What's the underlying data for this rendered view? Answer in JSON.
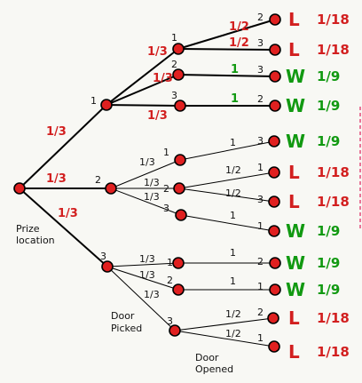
{
  "colors": {
    "red": "#d21f1f",
    "green": "#119911",
    "black": "#111111",
    "dashed": "#e24b7a"
  },
  "labels": {
    "prize_location": [
      "Prize",
      "location"
    ],
    "door_picked": [
      "Door",
      "Picked"
    ],
    "door_opened": [
      "Door",
      "Opened"
    ]
  },
  "level1": {
    "probs": [
      "1/3",
      "1/3",
      "1/3"
    ],
    "node_labels": [
      "1",
      "2",
      "3"
    ]
  },
  "branch1": {
    "pick_probs": [
      "1/3",
      "1/3",
      "1/3"
    ],
    "pick_labels": [
      "1",
      "2",
      "3"
    ],
    "open_probs": [
      "1/2",
      "1/2",
      "1",
      "1"
    ],
    "open_labels": [
      "2",
      "3",
      "3",
      "2"
    ]
  },
  "branch2": {
    "pick_probs": [
      "1/3",
      "1/3",
      "1/3"
    ],
    "pick_labels": [
      "1",
      "2",
      "3"
    ],
    "open_probs": [
      "1",
      "1/2",
      "1/2",
      "1"
    ],
    "open_labels": [
      "3",
      "1",
      "3",
      "1"
    ]
  },
  "branch3": {
    "pick_probs": [
      "1/3",
      "1/3",
      "1/3"
    ],
    "pick_labels": [
      "1",
      "2",
      "3"
    ],
    "open_probs": [
      "1",
      "1",
      "1/2",
      "1/2"
    ],
    "open_labels": [
      "2",
      "1",
      "2",
      "1"
    ]
  },
  "outcomes": [
    {
      "result": "L",
      "prob": "1/18"
    },
    {
      "result": "L",
      "prob": "1/18"
    },
    {
      "result": "W",
      "prob": "1/9"
    },
    {
      "result": "W",
      "prob": "1/9"
    },
    {
      "result": "W",
      "prob": "1/9"
    },
    {
      "result": "L",
      "prob": "1/18"
    },
    {
      "result": "L",
      "prob": "1/18"
    },
    {
      "result": "W",
      "prob": "1/9"
    },
    {
      "result": "W",
      "prob": "1/9"
    },
    {
      "result": "W",
      "prob": "1/9"
    },
    {
      "result": "L",
      "prob": "1/18"
    },
    {
      "result": "L",
      "prob": "1/18"
    }
  ]
}
